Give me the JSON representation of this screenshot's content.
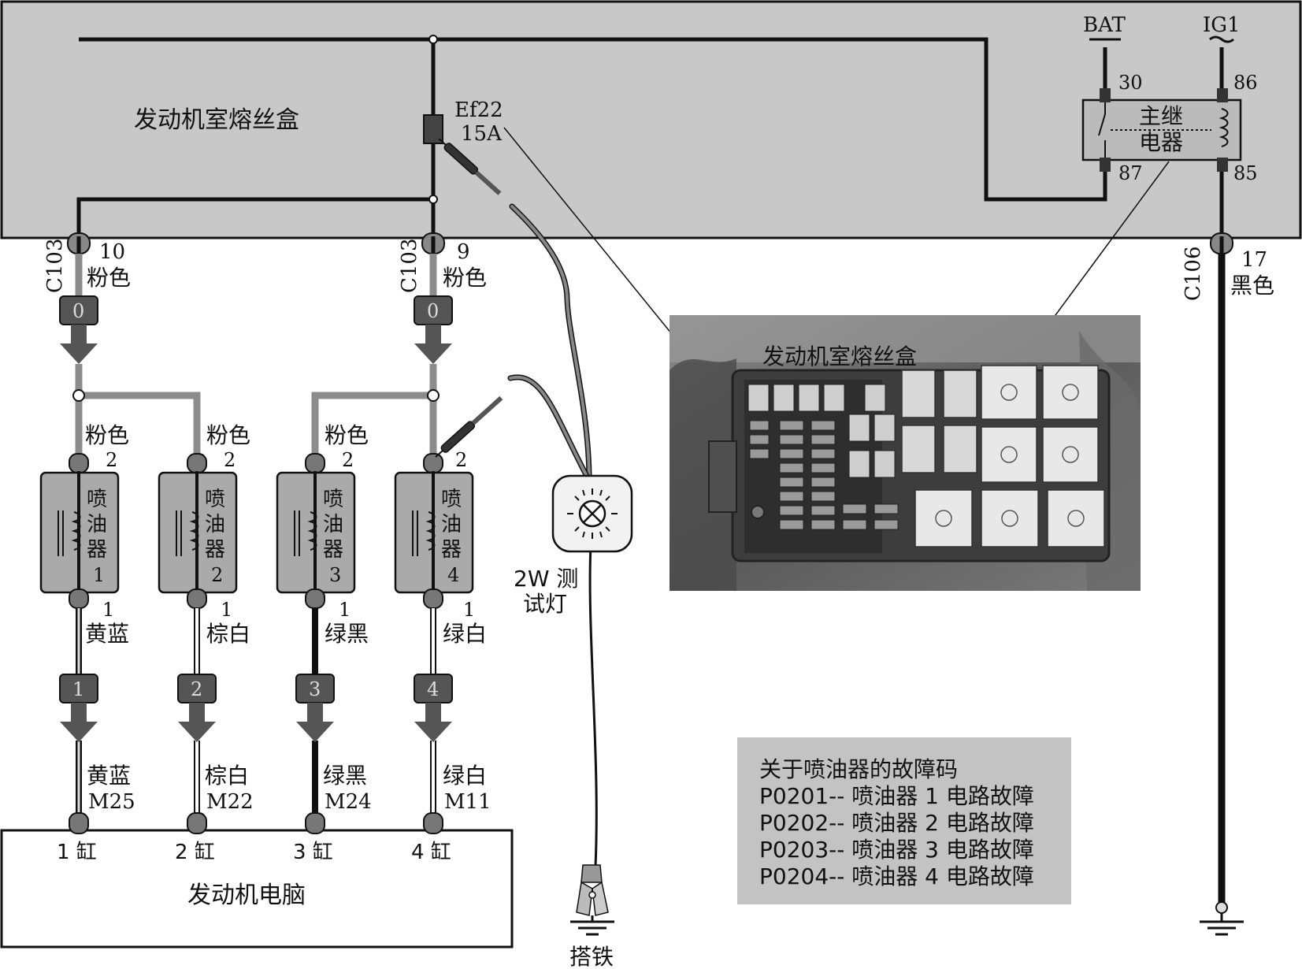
{
  "fuse_box": {
    "label": "发动机室熔丝盒",
    "fuse_name": "Ef22",
    "fuse_rating": "15A",
    "bat_label": "BAT",
    "ig1_label": "IG1",
    "relay": {
      "name_line1": "主继",
      "name_line2": "电器",
      "pin30": "30",
      "pin86": "86",
      "pin87": "87",
      "pin85": "85"
    }
  },
  "connectors": {
    "left": {
      "name": "C103",
      "pin": "10",
      "color": "粉色",
      "box": "0"
    },
    "mid": {
      "name": "C103",
      "pin": "9",
      "color": "粉色",
      "box": "0"
    },
    "ground": {
      "name": "C106",
      "pin": "17",
      "color": "黑色"
    }
  },
  "injectors": [
    {
      "wire_in": "粉色",
      "pin_top": "2",
      "name_line1": "喷",
      "name_line2": "油",
      "name_line3": "器",
      "num": "1",
      "pin_bottom": "1",
      "wire_out": "黄蓝",
      "box": "1",
      "ecu_wire": "黄蓝",
      "ecu_pin": "M25",
      "cyl": "1 缸"
    },
    {
      "wire_in": "粉色",
      "pin_top": "2",
      "name_line1": "喷",
      "name_line2": "油",
      "name_line3": "器",
      "num": "2",
      "pin_bottom": "1",
      "wire_out": "棕白",
      "box": "2",
      "ecu_wire": "棕白",
      "ecu_pin": "M22",
      "cyl": "2 缸"
    },
    {
      "wire_in": "粉色",
      "pin_top": "2",
      "name_line1": "喷",
      "name_line2": "油",
      "name_line3": "器",
      "num": "3",
      "pin_bottom": "1",
      "wire_out": "绿黑",
      "box": "3",
      "ecu_wire": "绿黑",
      "ecu_pin": "M24",
      "cyl": "3 缸"
    },
    {
      "wire_in": "",
      "pin_top": "2",
      "name_line1": "喷",
      "name_line2": "油",
      "name_line3": "器",
      "num": "4",
      "pin_bottom": "1",
      "wire_out": "绿白",
      "box": "4",
      "ecu_wire": "绿白",
      "ecu_pin": "M11",
      "cyl": "4 缸"
    }
  ],
  "ecu_label": "发动机电脑",
  "test_lamp": {
    "line1": "2W 测",
    "line2": "试灯"
  },
  "ground_label": "搭铁",
  "photo_label": "发动机室熔丝盒",
  "dtc": {
    "title": "关于喷油器的故障码",
    "lines": [
      "P0201-- 喷油器 1 电路故障",
      "P0202-- 喷油器 2 电路故障",
      "P0203-- 喷油器 3 电路故障",
      "P0204-- 喷油器 4 电路故障"
    ]
  },
  "colors": {
    "panel": "#c8c8c8",
    "wire": "#111111",
    "pink_wire": "#8c8c8c",
    "accent": "#555555"
  }
}
